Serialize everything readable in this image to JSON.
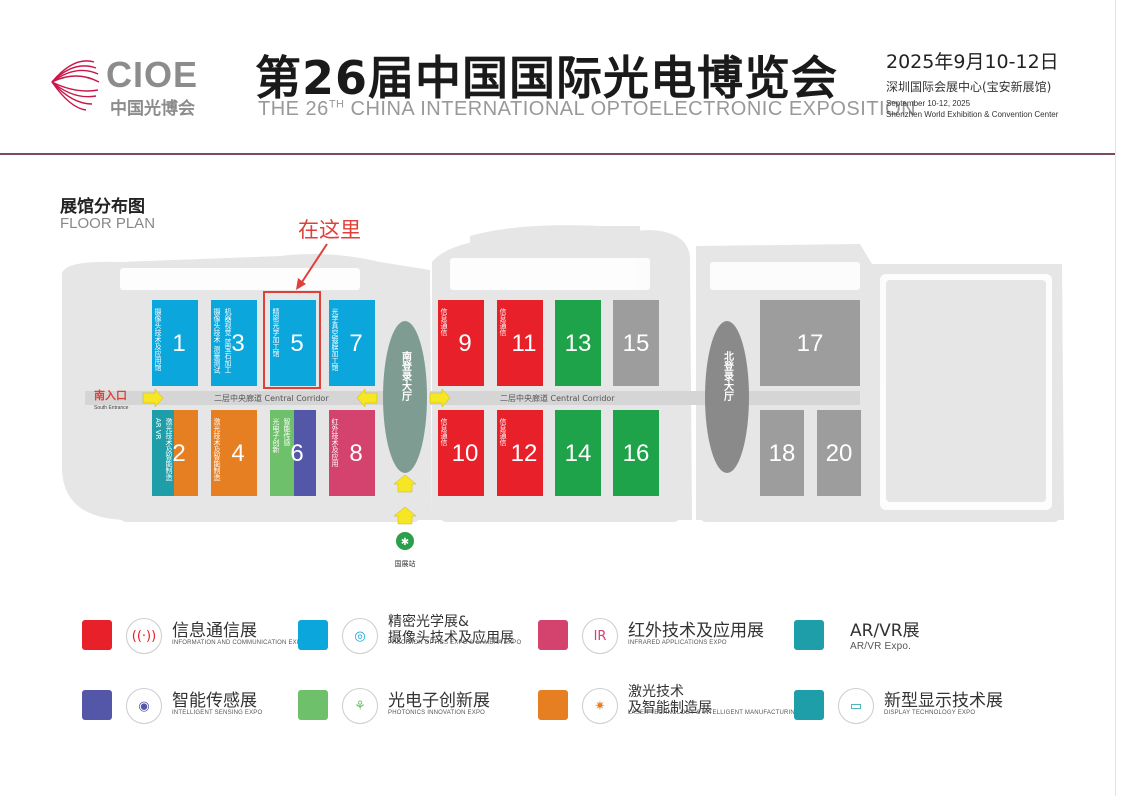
{
  "header": {
    "logo_text": "CIOE",
    "logo_sub": "中国光博会",
    "title": "第26届中国国际光电博览会",
    "subtitle_pre": "THE 26",
    "subtitle_sup": "TH",
    "subtitle_post": " CHINA INTERNATIONAL OPTOELECTRONIC EXPOSITION",
    "date": "2025年9月10-12日",
    "venue": "深圳国际会展中心(宝安新展馆)",
    "date_en": "September 10-12, 2025",
    "venue_en": "Shenzhen World Exhibition & Convention Center"
  },
  "floor_plan": {
    "title": "展馆分布图",
    "title_en": "FLOOR PLAN",
    "marker_label": "在这里",
    "south_entrance": "南入口",
    "south_entrance_en": "South Entrance",
    "corridor_left": "二层中央廊道 Central Corridor",
    "corridor_right": "二层中央廊道 Central Corridor",
    "south_hall": "南登录大厅",
    "north_hall": "北登录大厅",
    "metro_station": "国展站",
    "halls": [
      {
        "id": "1",
        "color": "#0aa6dc",
        "tags": [
          "摄像头技术及应用馆"
        ]
      },
      {
        "id": "3",
        "color": "#0aa6dc",
        "tags": [
          "摄像头技术 测量测试",
          "机器视觉 蓝宝石加工"
        ]
      },
      {
        "id": "5",
        "color": "#0aa6dc",
        "tags": [
          "精密光学加工馆"
        ],
        "highlighted": true
      },
      {
        "id": "7",
        "color": "#0aa6dc",
        "tags": [
          "光学真空镀膜加工馆"
        ]
      },
      {
        "id": "9",
        "color": "#e8202a",
        "tags": [
          "信息通信"
        ]
      },
      {
        "id": "11",
        "color": "#e8202a",
        "tags": [
          "信息通信"
        ]
      },
      {
        "id": "13",
        "color": "#1ea34a",
        "tags": []
      },
      {
        "id": "15",
        "color": "#9d9d9d",
        "tags": []
      },
      {
        "id": "17",
        "color": "#9d9d9d",
        "tags": []
      },
      {
        "id": "2",
        "color": "#e67e22",
        "tags": [
          "AR VR",
          "激光技术及智能制造"
        ]
      },
      {
        "id": "4",
        "color": "#e67e22",
        "tags": [
          "激光技术及智能制造"
        ]
      },
      {
        "id": "6",
        "color": "#6fc06a",
        "tags": [
          "光电子创新",
          "智能传感"
        ]
      },
      {
        "id": "8",
        "color": "#d3436e",
        "tags": [
          "红外技术及应用"
        ]
      },
      {
        "id": "10",
        "color": "#e8202a",
        "tags": [
          "信息通信"
        ]
      },
      {
        "id": "12",
        "color": "#e8202a",
        "tags": [
          "信息通信"
        ]
      },
      {
        "id": "14",
        "color": "#1ea34a",
        "tags": []
      },
      {
        "id": "16",
        "color": "#1ea34a",
        "tags": []
      },
      {
        "id": "18",
        "color": "#9d9d9d",
        "tags": []
      },
      {
        "id": "20",
        "color": "#9d9d9d",
        "tags": []
      }
    ]
  },
  "legend": [
    {
      "label": "信息通信展",
      "en": "INFORMATION AND COMMUNICATION EXPO",
      "color": "#e8202a",
      "icon": "antenna-icon"
    },
    {
      "label_line1": "精密光学展&",
      "label_line2": "摄像头技术及应用展",
      "en": "PRECISION OPTICS EXPO & CAMERA EXPO",
      "color": "#0aa6dc",
      "icon": "lens-icon"
    },
    {
      "label": "红外技术及应用展",
      "en": "INFRARED APPLICATIONS EXPO",
      "color": "#d3436e",
      "icon": "infrared-icon"
    },
    {
      "label": "AR/VR展",
      "en": "AR/VR Expo.",
      "color": "#1e9ea8",
      "icon": ""
    },
    {
      "label": "智能传感展",
      "en": "INTELLIGENT SENSING EXPO",
      "color": "#5457a8",
      "icon": "eye-icon"
    },
    {
      "label": "光电子创新展",
      "en": "PHOTONICS INNOVATION EXPO",
      "color": "#6fc06a",
      "icon": "network-icon"
    },
    {
      "label_line1": "激光技术",
      "label_line2": "及智能制造展",
      "en": "LASER TECHNOLOGY & INTELLIGENT MANUFACTURING EXPO",
      "color": "#e67e22",
      "icon": "laser-burst-icon"
    },
    {
      "label": "新型显示技术展",
      "en": "DISPLAY TECHNOLOGY EXPO",
      "color": "#1e9ea8",
      "icon": "display-icon"
    }
  ]
}
